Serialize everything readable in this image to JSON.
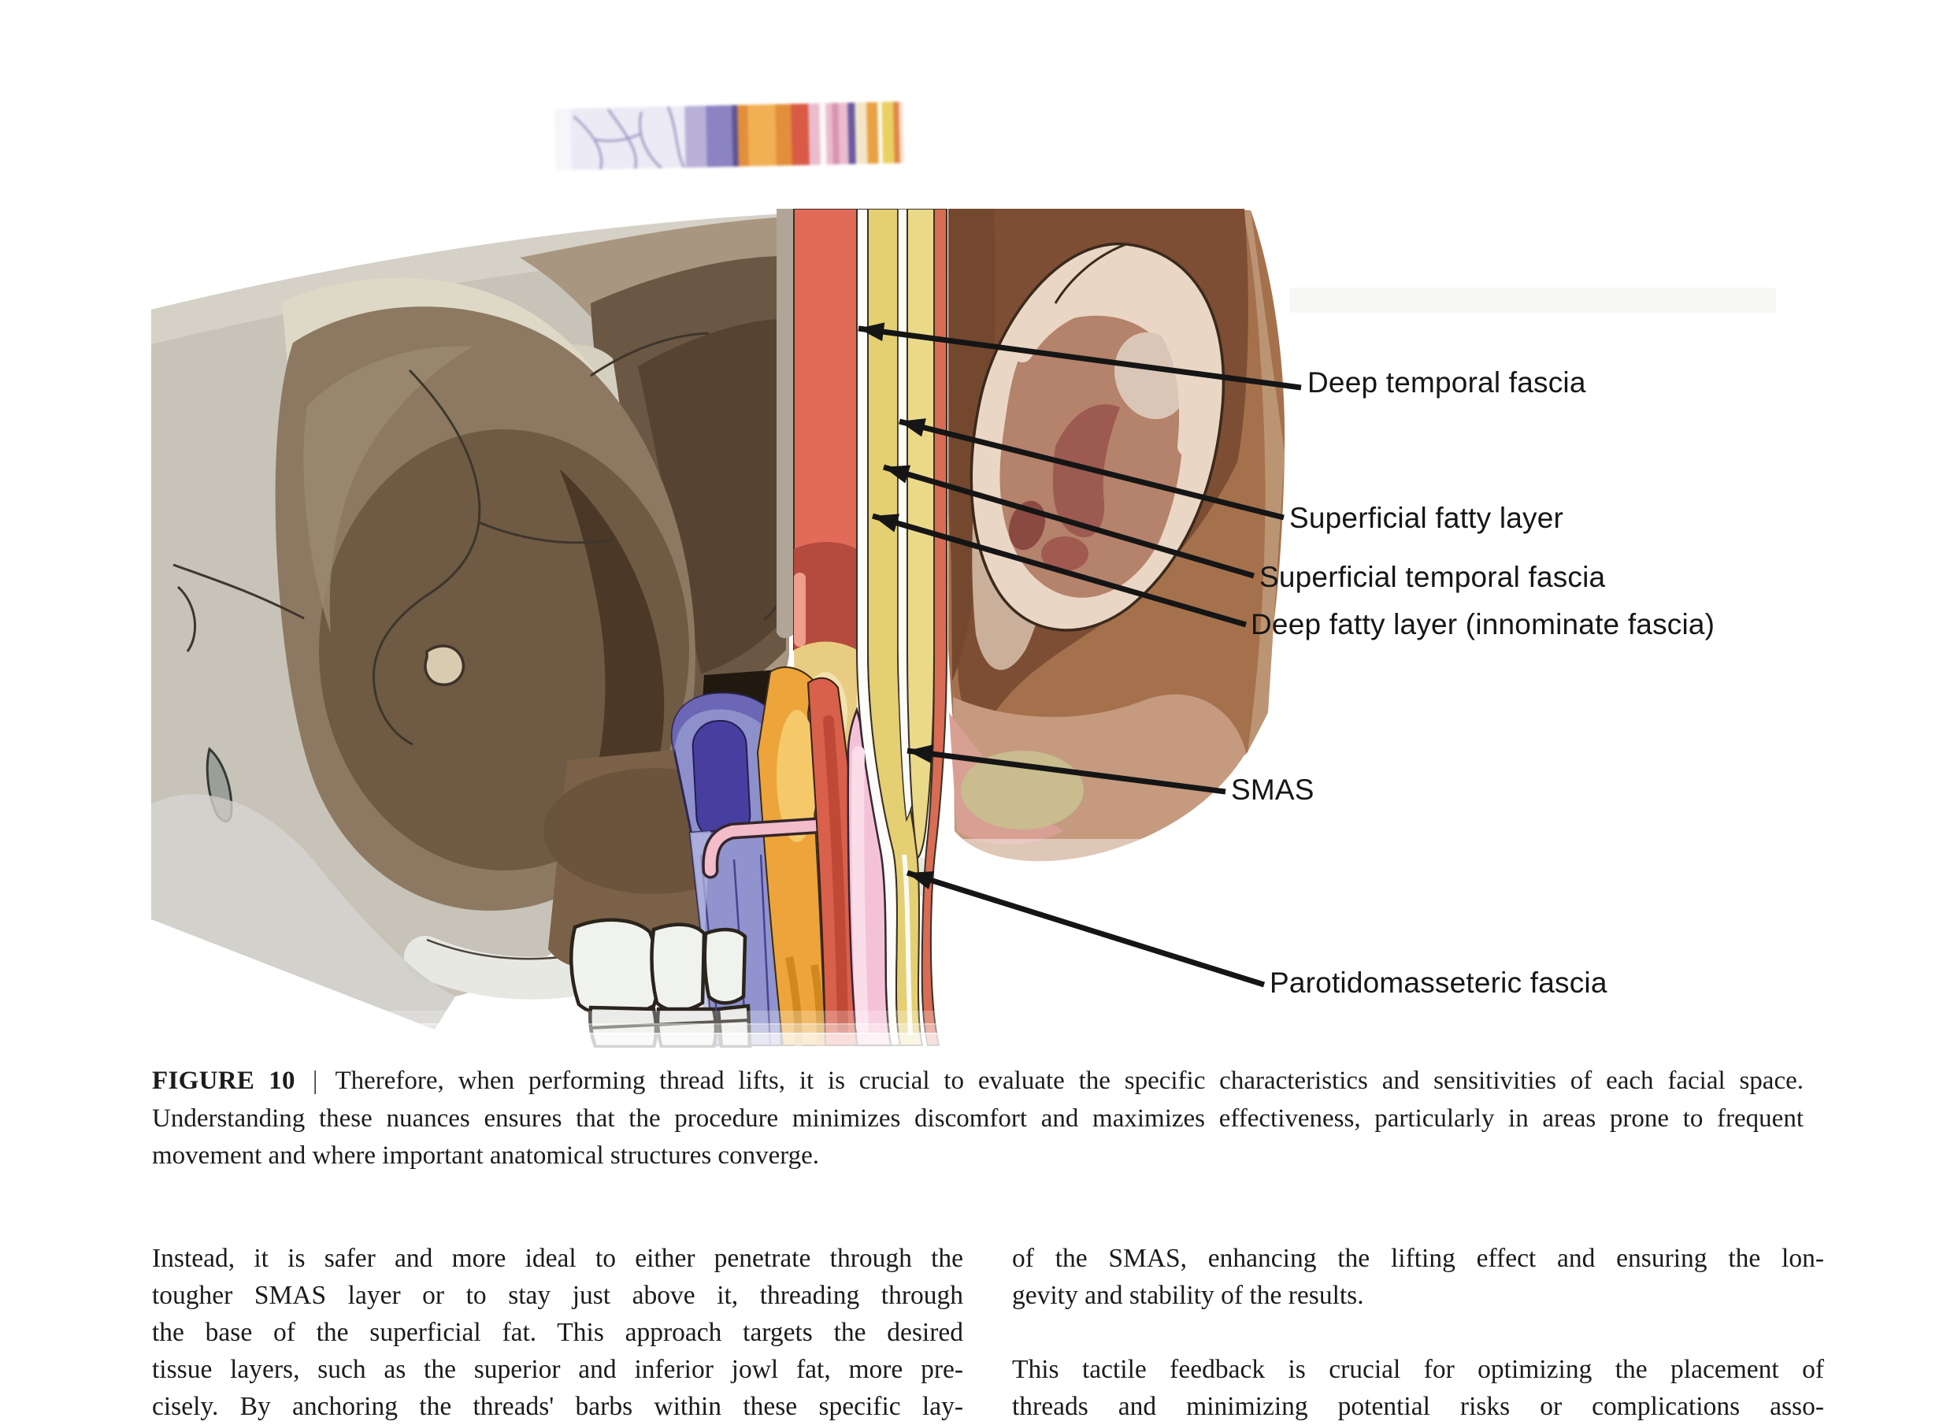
{
  "figure": {
    "labels": [
      {
        "text": "Deep temporal fascia"
      },
      {
        "text": "Superficial fatty layer"
      },
      {
        "text": "Superficial temporal fascia"
      },
      {
        "text": "Deep fatty layer (innominate fascia)"
      },
      {
        "text": "SMAS"
      },
      {
        "text": "Parotidomasseteric fascia"
      }
    ],
    "caption": {
      "tag": "FIGURE 10",
      "separator": "|",
      "line1": "Therefore, when performing thread lifts, it is crucial to evaluate the specific characteristics and sensitivities of each facial space.",
      "line2": "Understanding these nuances ensures that the procedure minimizes discomfort and maximizes effectiveness, particularly in areas prone to frequent",
      "line3": "movement and where important anatomical structures converge."
    }
  },
  "body": {
    "left_column": {
      "paragraph1_lines": [
        "Instead, it is safer and more ideal to either penetrate through the",
        "tougher SMAS layer or to stay just above it, threading through",
        "the base of the superficial fat. This approach targets the desired",
        "tissue layers, such as the superior and inferior jowl fat, more pre-",
        "cisely. By anchoring the threads' barbs within these specific lay-"
      ]
    },
    "right_column": {
      "paragraph1_lines": [
        "of the SMAS, enhancing the lifting effect and ensuring the lon-",
        "gevity and stability of the results."
      ],
      "paragraph2_lines": [
        "This tactile feedback is crucial for optimizing the placement of",
        "threads and minimizing potential risks or complications asso-"
      ]
    }
  },
  "colors": {
    "bone_light": "#c7c3b8",
    "bone_shadow_tan": "#a89681",
    "orbit_dark": "#4b3827",
    "muscle_red": "#e16a58",
    "fascia_yellow": "#e4cf73",
    "skin_salmon": "#d96c55",
    "scalp_brown": "#7d4e33",
    "skin_brown": "#a5714c",
    "ear_cream": "#ead6c4",
    "parotid_pink": "#f4c2d7",
    "masseter_red": "#d9604b",
    "fat_orange": "#eda43a",
    "pterygoid_purple": "#9193ce",
    "teeth_white": "#f0f2ee",
    "label_text": "#161616",
    "leader_line": "#151515"
  },
  "top_strip_colors": [
    "#eceaf4",
    "#b9b1d8",
    "#e28f3c",
    "#d95a45",
    "#eabccd",
    "#6a5aa0",
    "#f3e6c8",
    "#e8a243",
    "#ead060",
    "#e08548"
  ]
}
